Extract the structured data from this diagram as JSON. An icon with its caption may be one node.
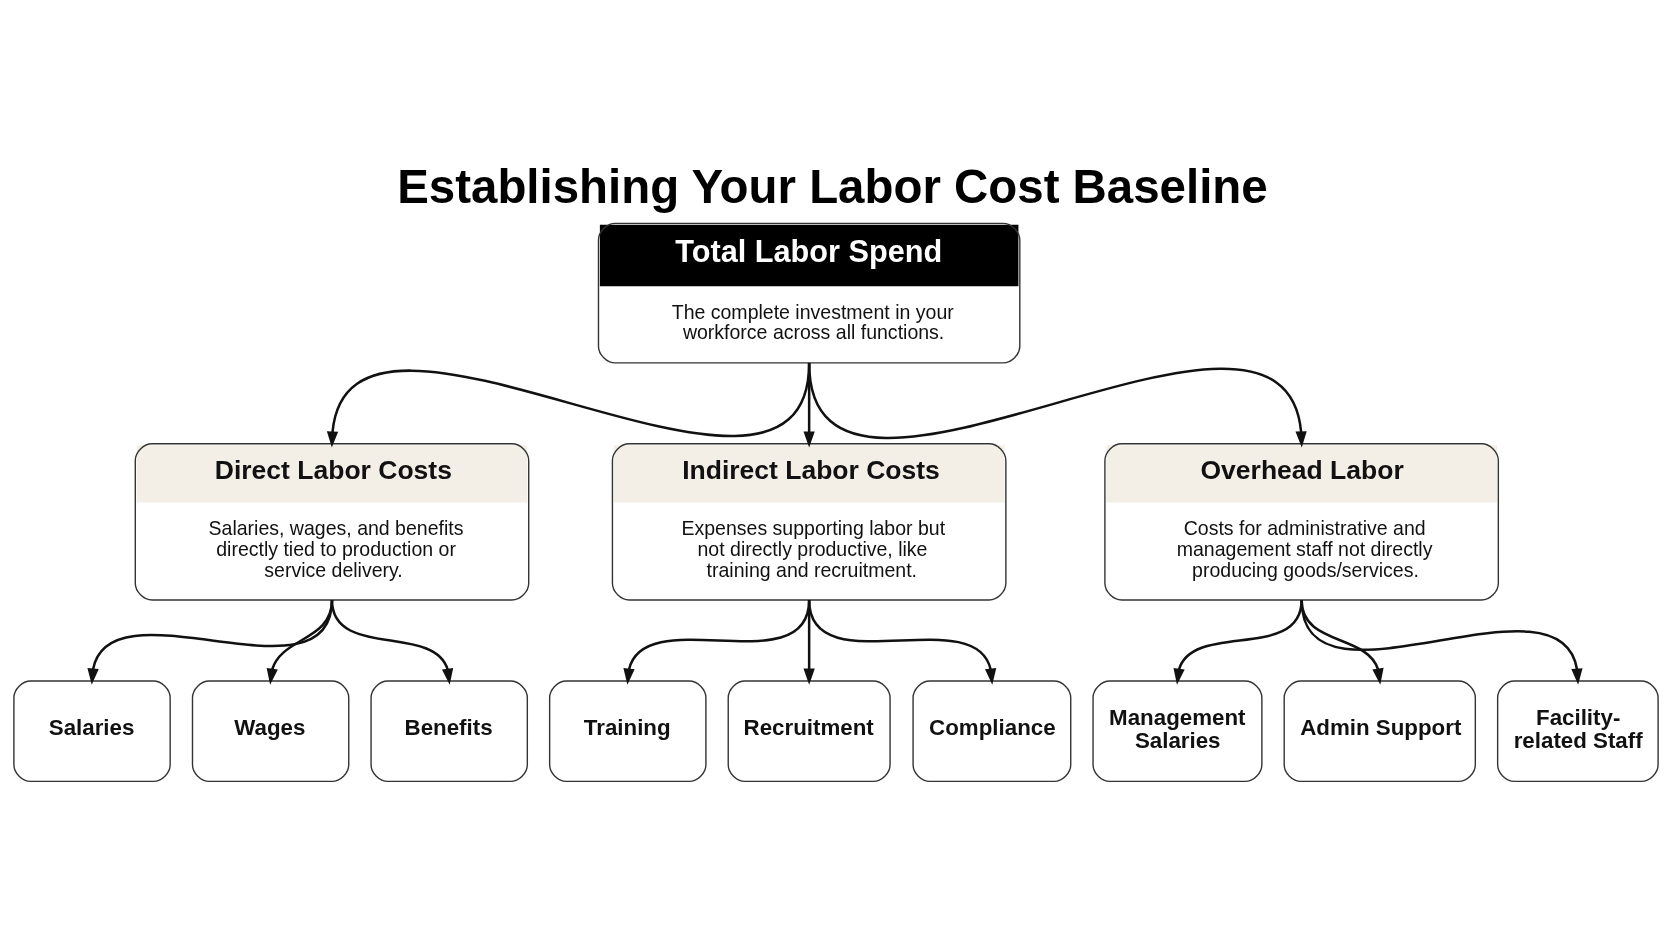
{
  "diagram": {
    "title": "Establishing Your Labor Cost Baseline",
    "nodes": [
      {
        "text": [
          "Total Labor Spend",
          "The complete investment in your workforce across all functions."
        ]
      },
      {
        "text": [
          "Direct Labor Costs",
          "Salaries, wages, and benefits directly tied to production or service delivery."
        ]
      },
      {
        "text": [
          "Indirect Labor Costs",
          "Expenses supporting labor but not directly productive, like training and recruitment."
        ]
      },
      {
        "text": [
          "Overhead Labor",
          "Costs for administrative and management staff not directly producing goods/services."
        ]
      },
      {
        "text": [
          "Salaries"
        ]
      },
      {
        "text": [
          "Wages"
        ]
      },
      {
        "text": [
          "Benefits"
        ]
      },
      {
        "text": [
          "Training"
        ]
      },
      {
        "text": [
          "Recruitment"
        ]
      },
      {
        "text": [
          "Compliance"
        ]
      },
      {
        "text": [
          "Management Salaries"
        ]
      },
      {
        "text": [
          "Admin Support"
        ]
      },
      {
        "text": [
          "Facility-related Staff"
        ]
      }
    ],
    "edges": [
      {
        "from": 0,
        "to": 1,
        "arrow": "to"
      },
      {
        "from": 0,
        "to": 2,
        "arrow": "to"
      },
      {
        "from": 0,
        "to": 3,
        "arrow": "to"
      },
      {
        "from": 1,
        "to": 4,
        "arrow": "to"
      },
      {
        "from": 1,
        "to": 5,
        "arrow": "to"
      },
      {
        "from": 1,
        "to": 6,
        "arrow": "to"
      },
      {
        "from": 2,
        "to": 7,
        "arrow": "to"
      },
      {
        "from": 2,
        "to": 8,
        "arrow": "to"
      },
      {
        "from": 2,
        "to": 9,
        "arrow": "to"
      },
      {
        "from": 3,
        "to": 10,
        "arrow": "to"
      },
      {
        "from": 3,
        "to": 11,
        "arrow": "to"
      },
      {
        "from": 3,
        "to": 12,
        "arrow": "to"
      }
    ]
  }
}
